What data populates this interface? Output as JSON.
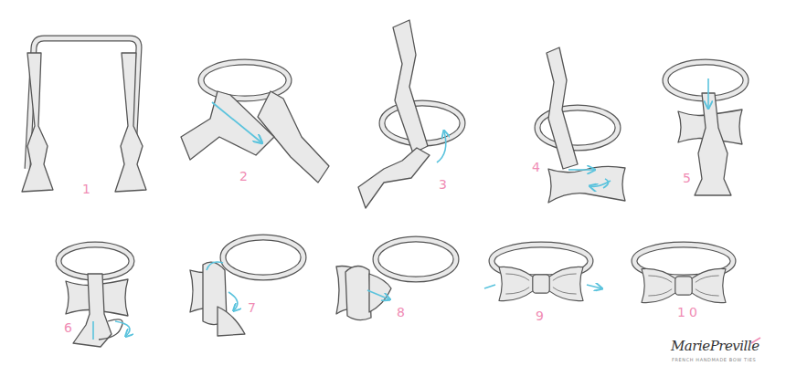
{
  "diagram": {
    "labels": [
      "1",
      "2",
      "3",
      "4",
      "5",
      "6",
      "7",
      "8",
      "9",
      "10",
      "MariePreville",
      "FRENCH HANDMADE BOW TIES"
    ]
  }
}
